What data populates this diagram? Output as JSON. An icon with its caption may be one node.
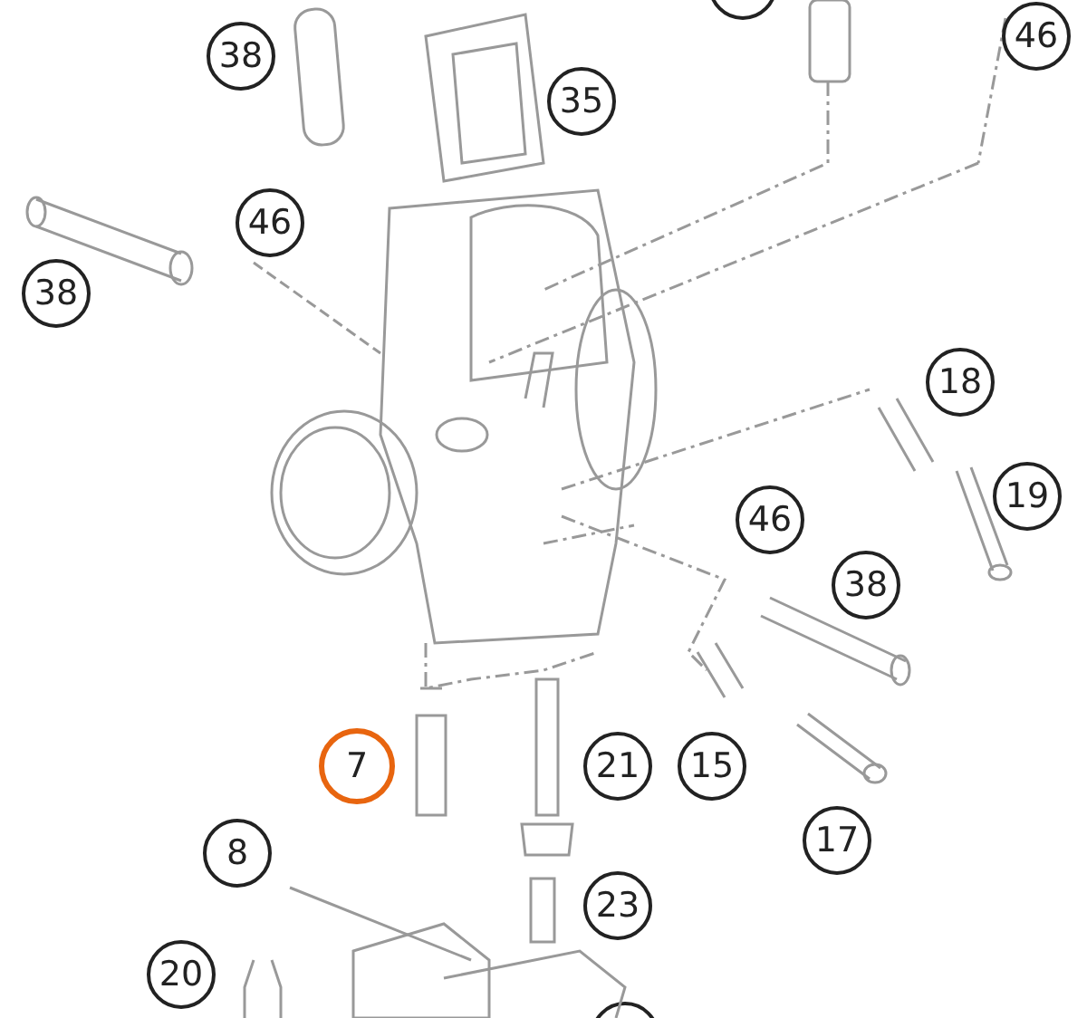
{
  "diagram": {
    "labels": [
      "46",
      "38",
      "35",
      "38",
      "46",
      "18",
      "19",
      "46",
      "38",
      "7",
      "21",
      "15",
      "17",
      "8",
      "23",
      "20"
    ]
  }
}
